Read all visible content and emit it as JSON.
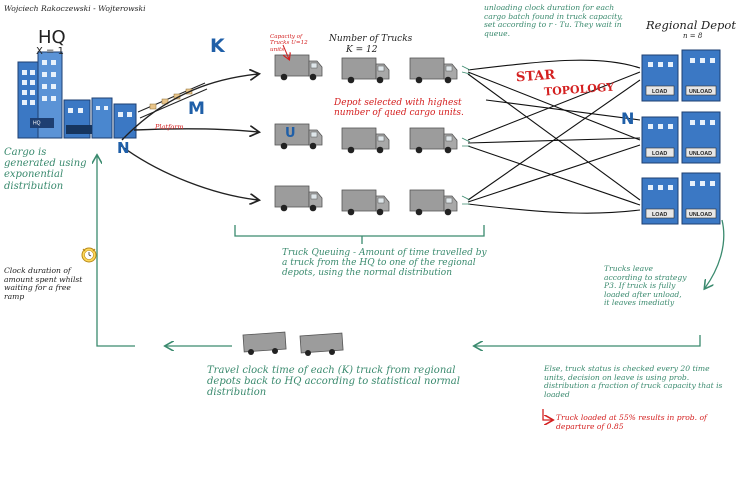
{
  "author": "Wojciech Rakoczewski - Wojterowski",
  "hq": {
    "title": "HQ",
    "subtitle": "X = 1",
    "sign": "HQ"
  },
  "platform_label": "Platform",
  "route_labels": {
    "k": "K",
    "m": "M",
    "n_left": "N",
    "n_right": "N"
  },
  "trucks": {
    "title": "Number of Trucks",
    "subtitle": "K = 12",
    "capacity_note": "Capacity of Trucks U=12 units",
    "u_label": "U"
  },
  "depot": {
    "title": "Regional Depot",
    "subtitle": "n = 8",
    "load_label": "LOAD",
    "unload_label": "UNLOAD"
  },
  "topology": {
    "line1": "STAR",
    "line2": "TOPOLOGY"
  },
  "notes": {
    "unloading": "unloading clock duration for each cargo batch found in truck capacity, set according to r · Tu. They wait in queue.",
    "depot_selected": "Depot selected with highest number of qued cargo units.",
    "cargo": "Cargo is generated using exponential distribution",
    "clock": "Clock duration of amount spent whilst waiting for a free ramp",
    "truck_queuing": "Truck Queuing - Amount of time travelled by a truck from the HQ to one of the regional depots, using the normal distribution",
    "trucks_leave": "Trucks leave according to strategy P3. If truck is fully loaded after unload, it leaves imediatly",
    "else_status": "Else, truck status is checked every 20 time units, decision on leave is using prob. distribution a fraction of truck capacity that is loaded",
    "travel_back": "Travel clock time of each (K) truck from regional depots back to HQ according to statistical normal distribution",
    "loaded_55": "Truck loaded at 55% results in prob. of departure of 0.85"
  },
  "colors": {
    "green": "#3a8a6e",
    "blue": "#1f5fa8",
    "red": "#d42020",
    "truck": "#9c9c9c",
    "ink": "#222222"
  }
}
